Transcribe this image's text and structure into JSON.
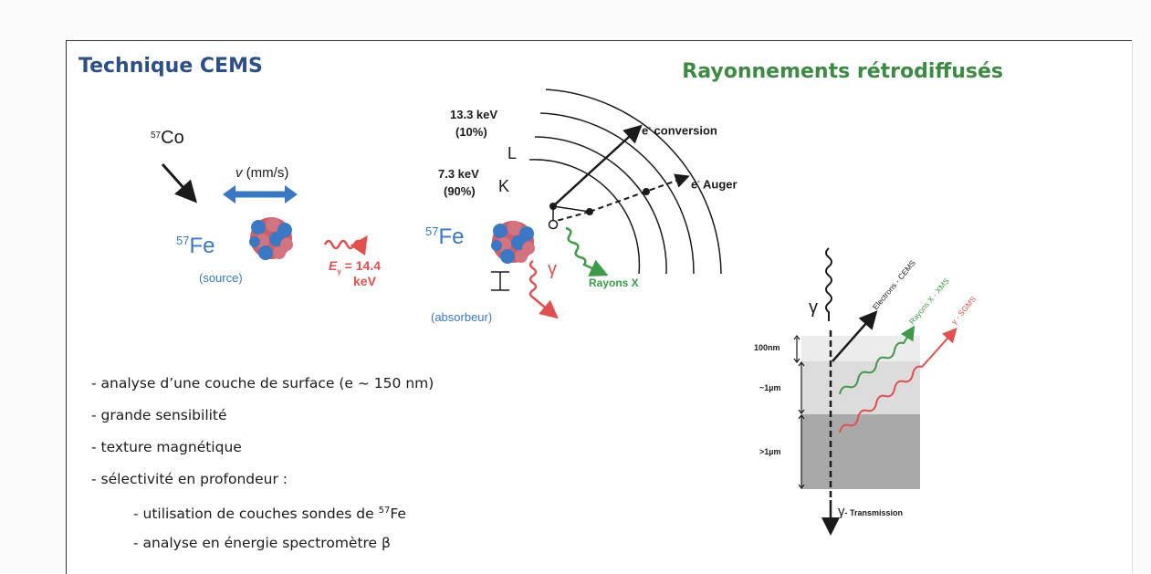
{
  "titles": {
    "left": "Technique CEMS",
    "right": "Rayonnements rétrodiffusés"
  },
  "left_diagram": {
    "cobalt": {
      "sup": "57",
      "sym": "Co"
    },
    "velocity": {
      "v": "v",
      "unit": " (mm/s)"
    },
    "source": {
      "sup": "57",
      "sym": "Fe",
      "caption": "(source)"
    },
    "energy": {
      "label": "E",
      "sub": "γ",
      "eq": " = 14.4",
      "unit": "keV"
    },
    "absorber": {
      "sup": "57",
      "sym": "Fe",
      "caption": "(absorbeur)"
    },
    "gamma": "γ",
    "shell_L": "L",
    "shell_K": "K",
    "e13": "13.3 keV",
    "p13": "(10%)",
    "e7": "7.3 keV",
    "p7": "(90%)",
    "conv": {
      "e": "e",
      "sup": "-",
      "text": " conversion"
    },
    "auger": {
      "e": "e",
      "sup": "-",
      "text": " Auger"
    },
    "rayons_x": "Rayons X",
    "colors": {
      "blue": "#3a78c4",
      "red": "#e05050",
      "green": "#3e9a48",
      "dark": "#1b1b1b"
    }
  },
  "bullets": [
    {
      "text": "- analyse d’une couche de surface (e ~ 150 nm)"
    },
    {
      "text": "- grande sensibilité"
    },
    {
      "text": "- texture magnétique"
    },
    {
      "text": "- sélectivité en profondeur :"
    }
  ],
  "sub_bullets": [
    {
      "pre": "- utilisation de couches sondes de ",
      "sup": "57",
      "post": "Fe"
    },
    {
      "text": "- analyse en énergie spectromètre β"
    }
  ],
  "right_diagram": {
    "gamma": "γ",
    "electrons": "Electrons - CEMS",
    "xms": "Rayons X - XMS",
    "sgms": "γ - SGMS",
    "transmission_symbol": "γ",
    "transmission": "- Transmission",
    "depths": [
      "100nm",
      "~1µm",
      ">1µm"
    ]
  }
}
